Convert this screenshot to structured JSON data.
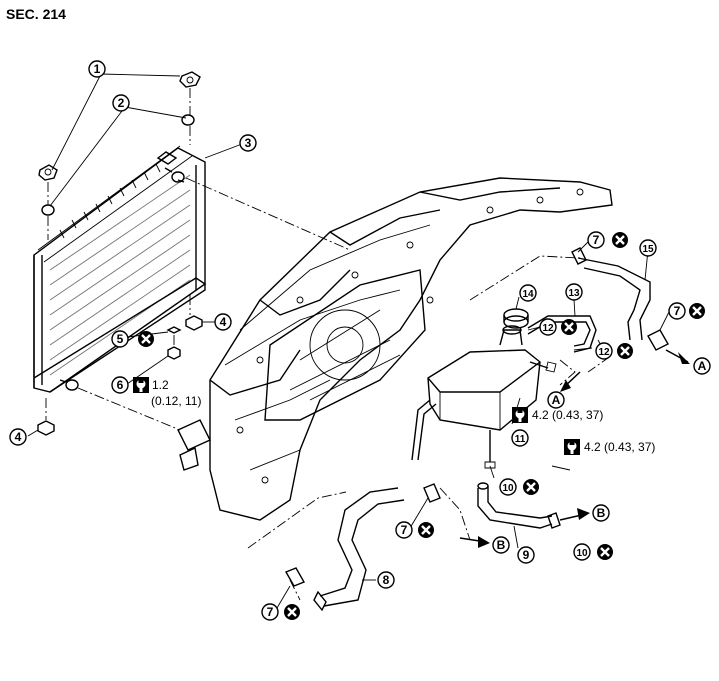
{
  "header": {
    "section": "SEC. 214"
  },
  "callouts": [
    {
      "id": "c1a",
      "label": "1"
    },
    {
      "id": "c2",
      "label": "2"
    },
    {
      "id": "c3",
      "label": "3"
    },
    {
      "id": "c4a",
      "label": "4"
    },
    {
      "id": "c4b",
      "label": "4"
    },
    {
      "id": "c5",
      "label": "5"
    },
    {
      "id": "c6",
      "label": "6"
    },
    {
      "id": "c7a",
      "label": "7"
    },
    {
      "id": "c7b",
      "label": "7"
    },
    {
      "id": "c7c",
      "label": "7"
    },
    {
      "id": "c7d",
      "label": "7"
    },
    {
      "id": "c8",
      "label": "8"
    },
    {
      "id": "c9",
      "label": "9"
    },
    {
      "id": "c10a",
      "label": "10"
    },
    {
      "id": "c10b",
      "label": "10"
    },
    {
      "id": "c11",
      "label": "11"
    },
    {
      "id": "c12a",
      "label": "12"
    },
    {
      "id": "c12b",
      "label": "12"
    },
    {
      "id": "c13",
      "label": "13"
    },
    {
      "id": "c14",
      "label": "14"
    },
    {
      "id": "c15",
      "label": "15"
    }
  ],
  "torque": {
    "t1_value": "1.2",
    "t1_units": "(0.12, 11)",
    "t2": "4.2 (0.43, 37)",
    "t3": "4.2 (0.43, 37)"
  },
  "refs": {
    "a1": "A",
    "a2": "A",
    "b1": "B",
    "b2": "B"
  }
}
